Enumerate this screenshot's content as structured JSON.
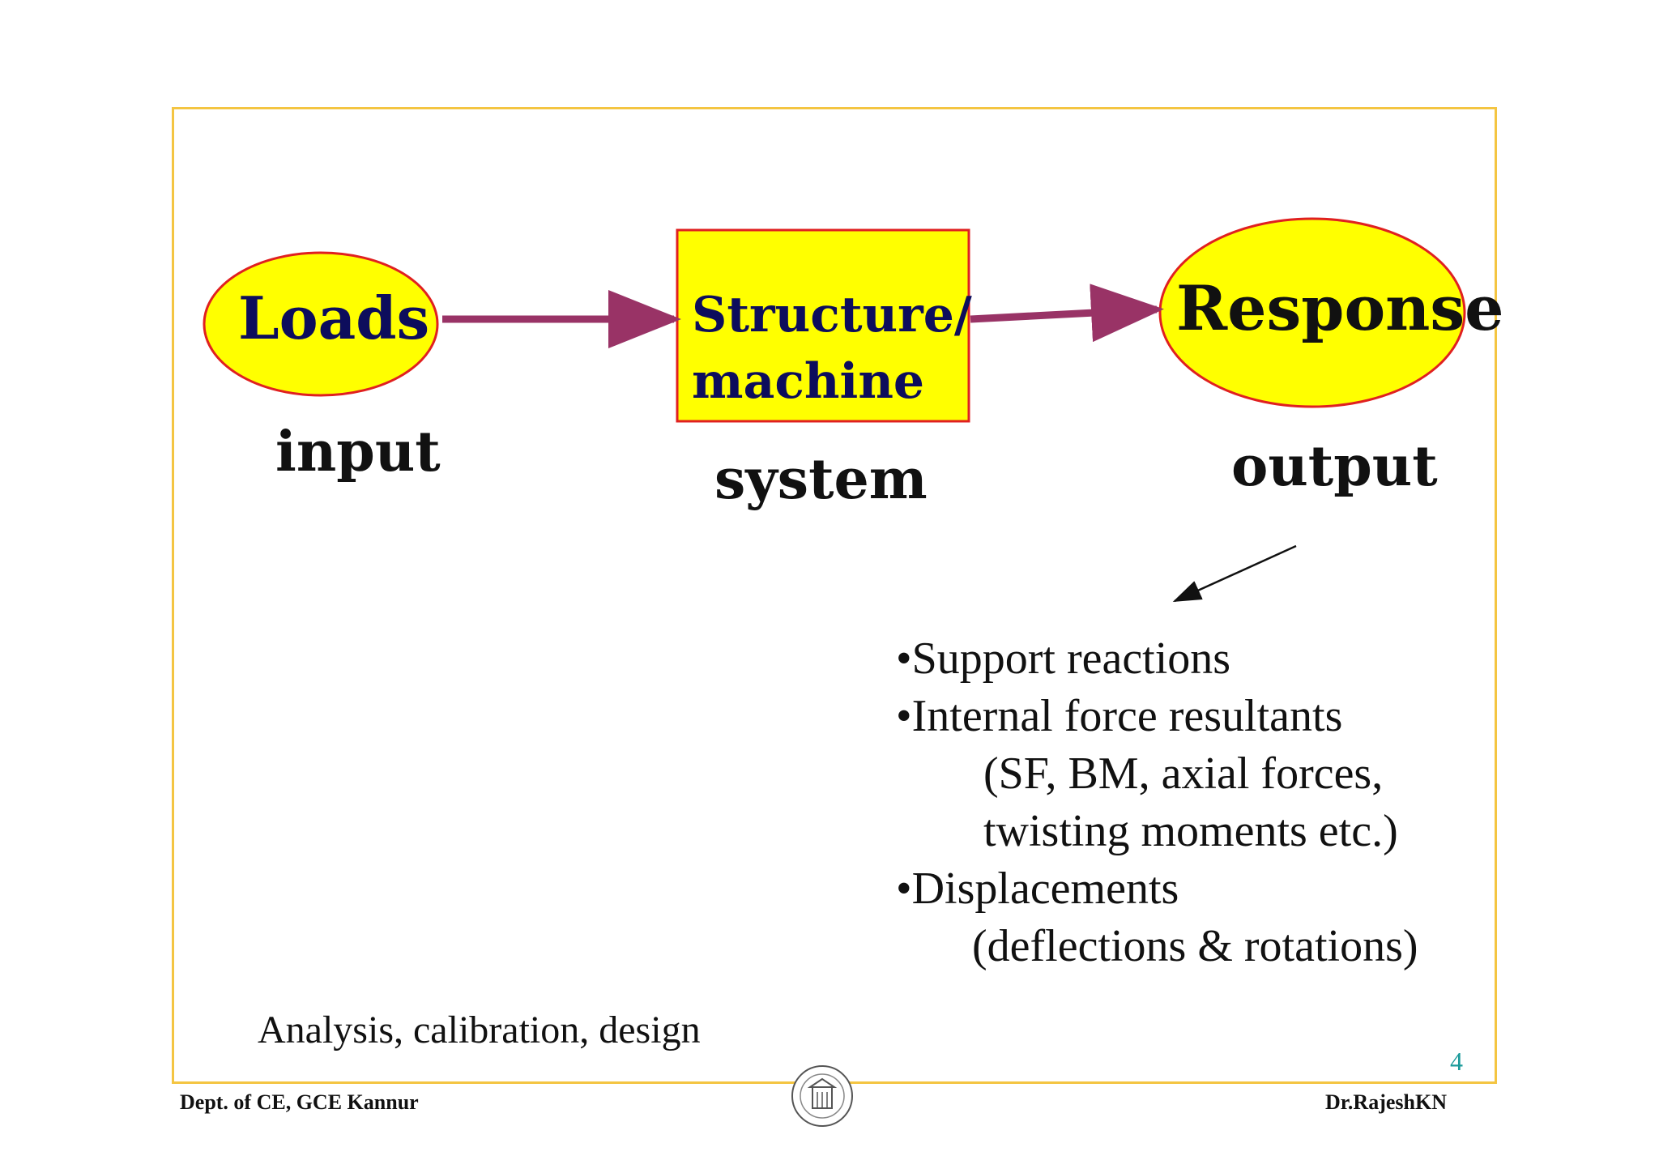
{
  "diagram": {
    "input_node": "Loads",
    "system_node_line1": "Structure/",
    "system_node_line2": "machine",
    "output_node": "Response",
    "input_label": "input",
    "system_label": "system",
    "output_label": "output"
  },
  "response_list": [
    "•Support reactions",
    "•Internal force resultants",
    "(SF, BM, axial forces,",
    "twisting moments etc.)",
    "•Displacements",
    "(deflections & rotations)"
  ],
  "note": "Analysis, calibration, design",
  "page_number": "4",
  "footer": {
    "left": "Dept. of CE, GCE Kannur",
    "right": "Dr.RajeshKN"
  },
  "colors": {
    "frame": "#f4c542",
    "node_fill": "#ffff00",
    "node_border": "#e02020",
    "flow_arrow": "#993366",
    "node_text": "#0d0d5c"
  }
}
